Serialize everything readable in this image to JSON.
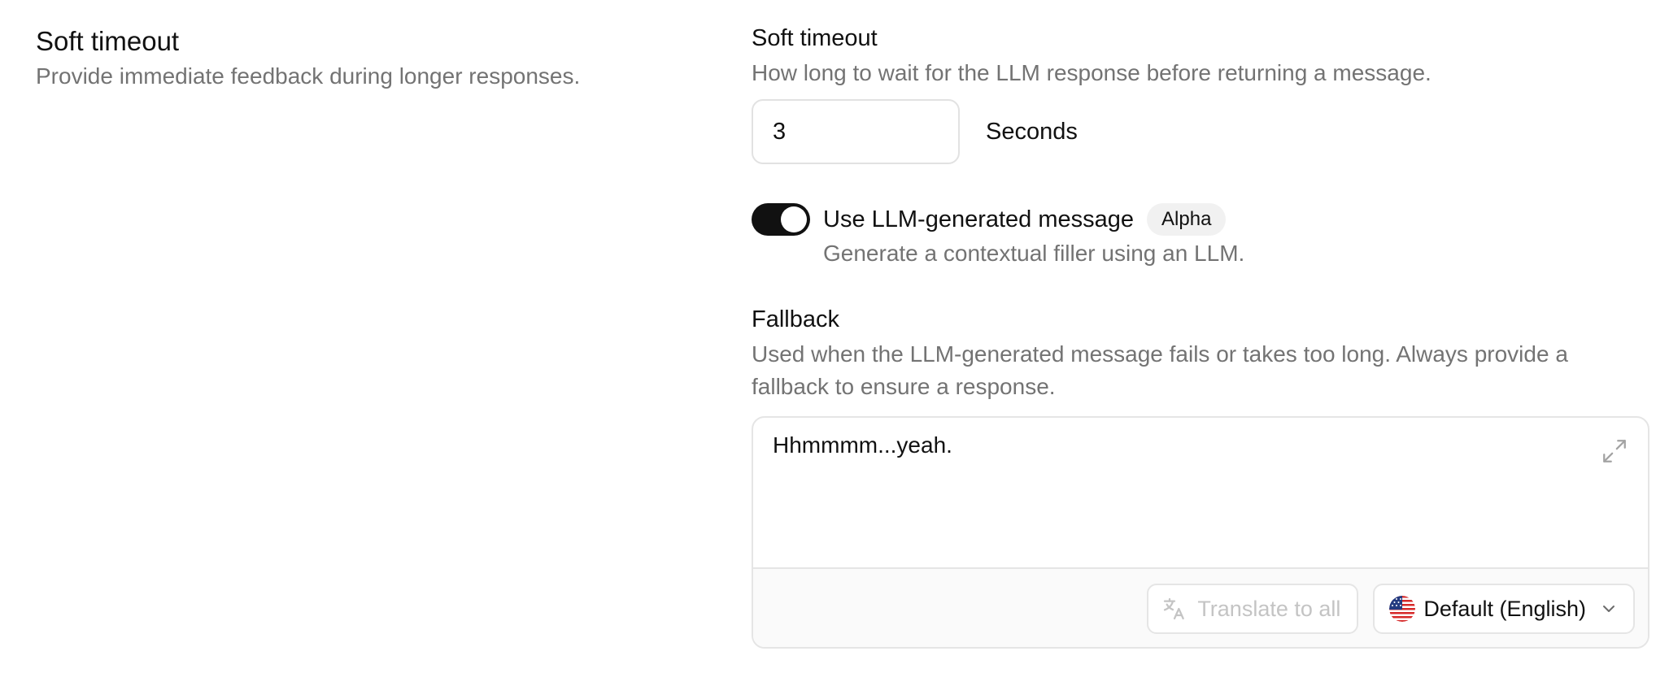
{
  "section": {
    "title": "Soft timeout",
    "description": "Provide immediate feedback during longer responses."
  },
  "soft_timeout": {
    "label": "Soft timeout",
    "description": "How long to wait for the LLM response before returning a message.",
    "value": "3",
    "unit": "Seconds"
  },
  "llm_message": {
    "label": "Use LLM-generated message",
    "badge": "Alpha",
    "description": "Generate a contextual filler using an LLM.",
    "enabled": true
  },
  "fallback": {
    "label": "Fallback",
    "description": "Used when the LLM-generated message fails or takes too long. Always provide a fallback to ensure a response.",
    "text": "Hhmmmm...yeah."
  },
  "footer": {
    "translate_label": "Translate to all",
    "language_label": "Default (English)"
  },
  "icons": {
    "expand": "expand-icon",
    "translate": "translate-icon",
    "flag": "us-flag-icon",
    "chevron": "chevron-down-icon"
  },
  "colors": {
    "toggle_on": "#111111",
    "muted_text": "#737373",
    "border": "#e5e5e5",
    "disabled_text": "#c4c4c4"
  }
}
